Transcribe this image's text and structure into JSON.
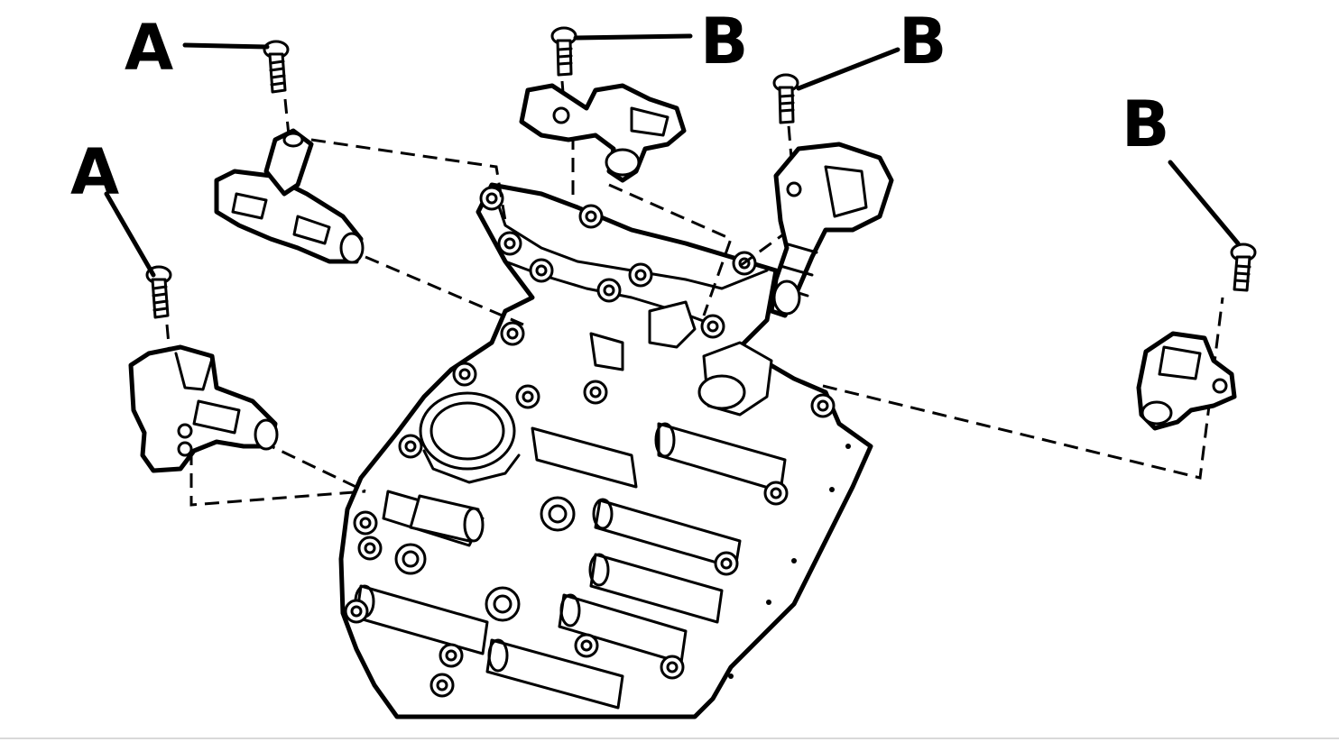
{
  "callouts": {
    "a_top": "A",
    "a_left": "A",
    "b_center": "B",
    "b_right": "B",
    "b_far": "B"
  },
  "colors": {
    "ink": "#000000",
    "paper": "#ffffff"
  }
}
